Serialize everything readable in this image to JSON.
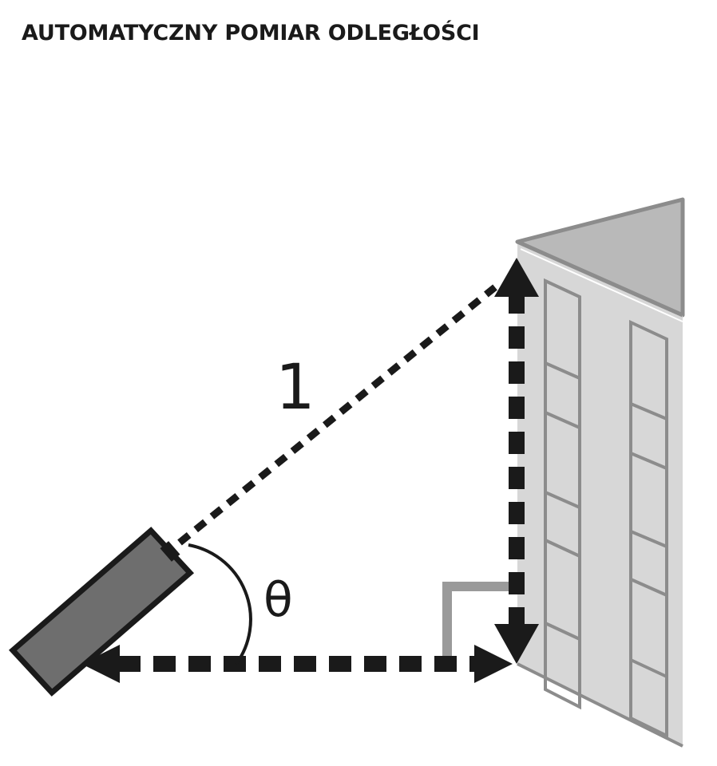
{
  "title": "AUTOMATYCZNY POMIAR ODLEGŁOŚCI",
  "labels": {
    "hypotenuse": "1",
    "angle": "θ"
  },
  "colors": {
    "line": "#1a1a1a",
    "device": "#6e6e6e",
    "building_facade": "#d7d7d7",
    "building_roof": "#b9b9b9",
    "building_edge": "#8c8c8c",
    "right_angle_marker": "#9a9a9a"
  }
}
